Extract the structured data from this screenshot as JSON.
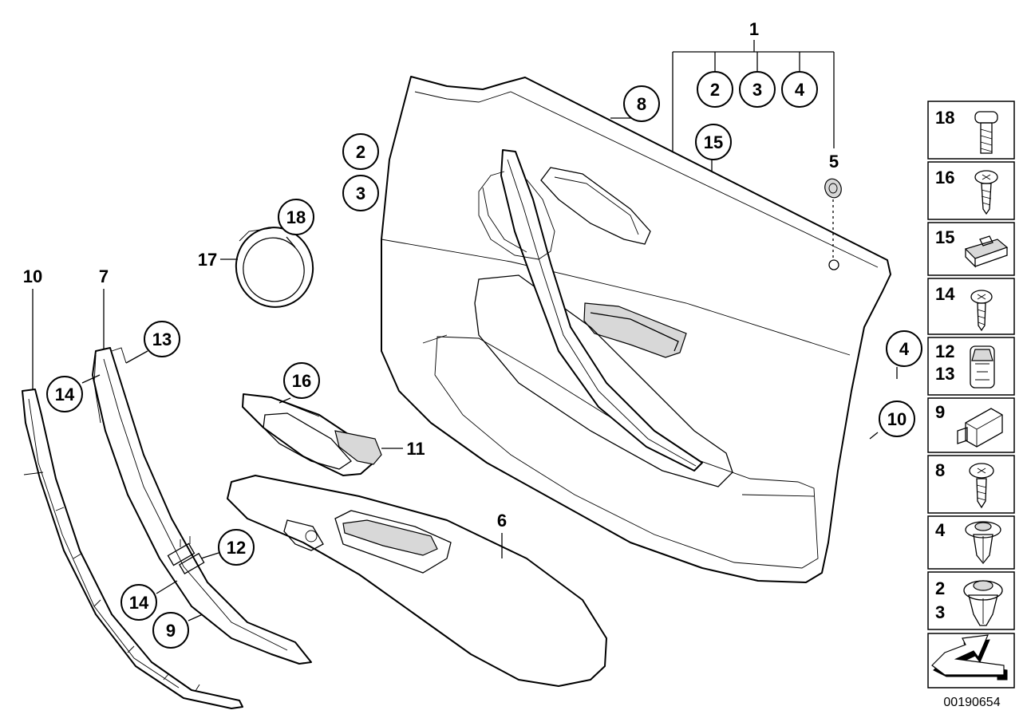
{
  "callouts": {
    "c1": "1",
    "c2a": "2",
    "c3a": "3",
    "c4a": "4",
    "c5": "5",
    "c8": "8",
    "c15": "15",
    "c2b": "2",
    "c3b": "3",
    "c18": "18",
    "c17": "17",
    "c10a": "10",
    "c7": "7",
    "c13": "13",
    "c14a": "14",
    "c16": "16",
    "c11": "11",
    "c4b": "4",
    "c10b": "10",
    "c6": "6",
    "c12": "12",
    "c14b": "14",
    "c9": "9"
  },
  "legend": {
    "items": [
      {
        "label": "18",
        "icon": "screw-short-icon"
      },
      {
        "label": "16",
        "icon": "screw-icon"
      },
      {
        "label": "15",
        "icon": "clip-strip-icon"
      },
      {
        "label": "14",
        "icon": "screw-icon"
      },
      {
        "label": "12",
        "label2": "13",
        "icon": "expanding-nut-icon"
      },
      {
        "label": "9",
        "icon": "retaining-clip-icon"
      },
      {
        "label": "8",
        "icon": "screw-icon"
      },
      {
        "label": "4",
        "icon": "push-rivet-icon"
      },
      {
        "label": "2",
        "label2": "3",
        "icon": "push-rivet-large-icon"
      }
    ],
    "direction_icon": "direction-arrow-icon"
  },
  "doc_number": "00190654"
}
